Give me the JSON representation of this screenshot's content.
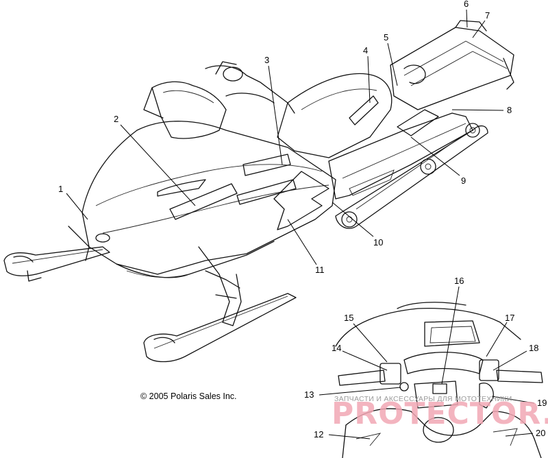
{
  "copyright": "© 2005 Polaris Sales Inc.",
  "watermark": {
    "small": "ЗАПЧАСТИ И АКСЕССУАРЫ ДЛЯ МОТОТЕХНИКИ",
    "big": "PROTECTOR.RU"
  },
  "callouts": [
    {
      "id": "c1",
      "label": "1"
    },
    {
      "id": "c2",
      "label": "2"
    },
    {
      "id": "c3",
      "label": "3"
    },
    {
      "id": "c4",
      "label": "4"
    },
    {
      "id": "c5",
      "label": "5"
    },
    {
      "id": "c6",
      "label": "6"
    },
    {
      "id": "c7",
      "label": "7"
    },
    {
      "id": "c8",
      "label": "8"
    },
    {
      "id": "c9",
      "label": "9"
    },
    {
      "id": "c10",
      "label": "10"
    },
    {
      "id": "c11",
      "label": "11"
    },
    {
      "id": "c12",
      "label": "12"
    },
    {
      "id": "c13",
      "label": "13"
    },
    {
      "id": "c14",
      "label": "14"
    },
    {
      "id": "c15",
      "label": "15"
    },
    {
      "id": "c16",
      "label": "16"
    },
    {
      "id": "c17",
      "label": "17"
    },
    {
      "id": "c18",
      "label": "18"
    },
    {
      "id": "c19",
      "label": "19"
    },
    {
      "id": "c20",
      "label": "20"
    }
  ]
}
